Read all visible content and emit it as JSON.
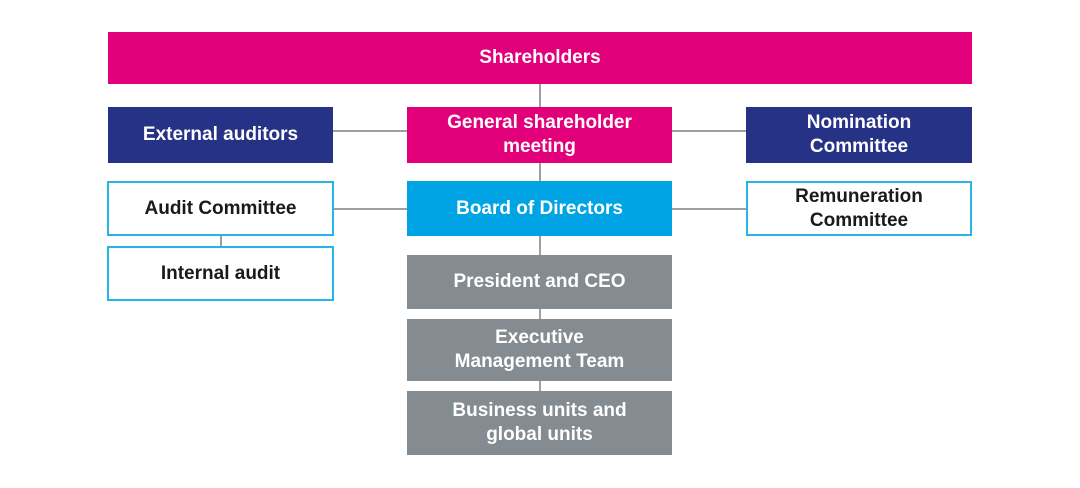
{
  "colors": {
    "magenta": "#e2007a",
    "navy": "#263286",
    "cyan": "#00a4e4",
    "grey": "#858c91",
    "outline_border": "#28b4e6",
    "connector": "#9aa0a4"
  },
  "nodes": {
    "shareholders": "Shareholders",
    "external_auditors": "External auditors",
    "general_meeting": "General shareholder meeting",
    "nomination_committee": "Nomination Committee",
    "audit_committee": "Audit Committee",
    "board_of_directors": "Board of Directors",
    "remuneration_committee": "Remuneration Committee",
    "internal_audit": "Internal audit",
    "president_ceo": "President and CEO",
    "executive_team": "Executive Management Team",
    "business_units": "Business units and global units"
  }
}
